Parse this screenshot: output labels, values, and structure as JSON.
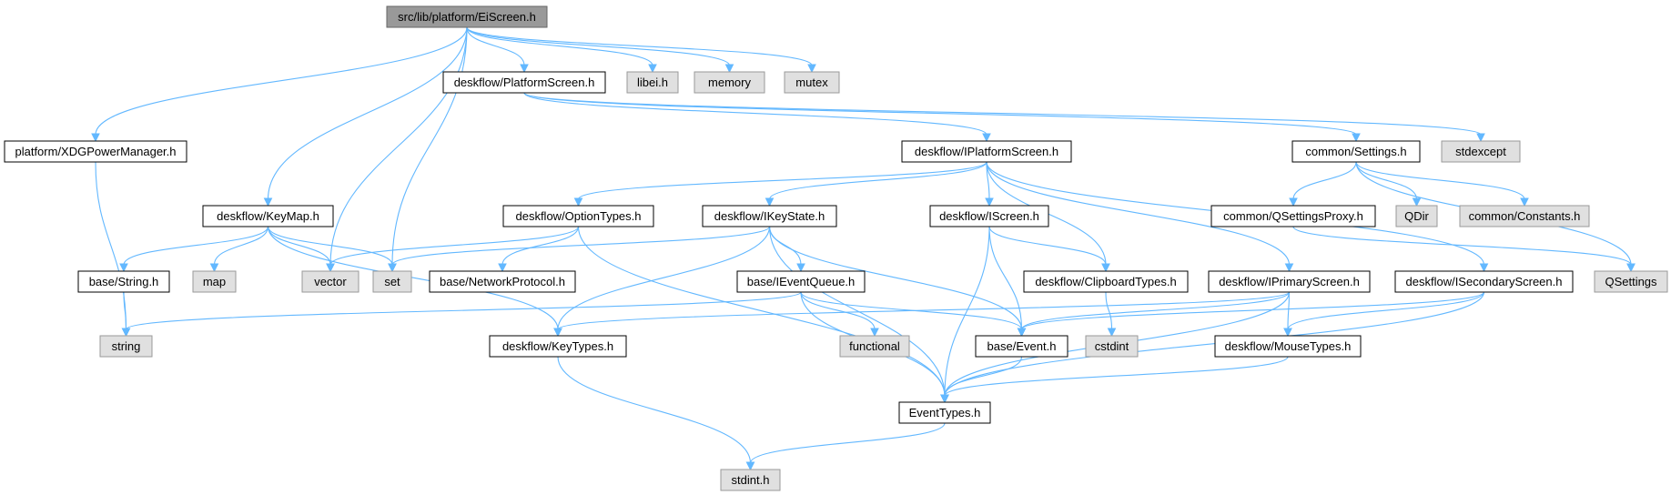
{
  "colors": {
    "edge": "#63b8ff",
    "root_fill": "#999999",
    "root_border": "#666666",
    "local_fill": "#ffffff",
    "local_border": "#000000",
    "system_fill": "#e0e0e0",
    "system_border": "#999999"
  },
  "nodes": [
    {
      "id": "eiscreen",
      "label": "src/lib/platform/EiScreen.h",
      "kind": "root"
    },
    {
      "id": "platformscreen",
      "label": "deskflow/PlatformScreen.h",
      "kind": "local"
    },
    {
      "id": "libei",
      "label": "libei.h",
      "kind": "system"
    },
    {
      "id": "memory",
      "label": "memory",
      "kind": "system"
    },
    {
      "id": "mutex",
      "label": "mutex",
      "kind": "system"
    },
    {
      "id": "xdg",
      "label": "platform/XDGPowerManager.h",
      "kind": "local"
    },
    {
      "id": "iplatformscreen",
      "label": "deskflow/IPlatformScreen.h",
      "kind": "local"
    },
    {
      "id": "settings",
      "label": "common/Settings.h",
      "kind": "local"
    },
    {
      "id": "stdexcept",
      "label": "stdexcept",
      "kind": "system"
    },
    {
      "id": "keymap",
      "label": "deskflow/KeyMap.h",
      "kind": "local"
    },
    {
      "id": "optiontypes",
      "label": "deskflow/OptionTypes.h",
      "kind": "local"
    },
    {
      "id": "ikeystate",
      "label": "deskflow/IKeyState.h",
      "kind": "local"
    },
    {
      "id": "iscreen",
      "label": "deskflow/IScreen.h",
      "kind": "local"
    },
    {
      "id": "qsettingsproxy",
      "label": "common/QSettingsProxy.h",
      "kind": "local"
    },
    {
      "id": "qdir",
      "label": "QDir",
      "kind": "system"
    },
    {
      "id": "constants",
      "label": "common/Constants.h",
      "kind": "system"
    },
    {
      "id": "basestring",
      "label": "base/String.h",
      "kind": "local"
    },
    {
      "id": "map",
      "label": "map",
      "kind": "system"
    },
    {
      "id": "vector",
      "label": "vector",
      "kind": "system"
    },
    {
      "id": "set",
      "label": "set",
      "kind": "system"
    },
    {
      "id": "netproto",
      "label": "base/NetworkProtocol.h",
      "kind": "local"
    },
    {
      "id": "ieventqueue",
      "label": "base/IEventQueue.h",
      "kind": "local"
    },
    {
      "id": "clipboardtypes",
      "label": "deskflow/ClipboardTypes.h",
      "kind": "local"
    },
    {
      "id": "iprimary",
      "label": "deskflow/IPrimaryScreen.h",
      "kind": "local"
    },
    {
      "id": "isecondary",
      "label": "deskflow/ISecondaryScreen.h",
      "kind": "local"
    },
    {
      "id": "qsettings",
      "label": "QSettings",
      "kind": "system"
    },
    {
      "id": "string",
      "label": "string",
      "kind": "system"
    },
    {
      "id": "keytypes",
      "label": "deskflow/KeyTypes.h",
      "kind": "local"
    },
    {
      "id": "functional",
      "label": "functional",
      "kind": "system"
    },
    {
      "id": "event",
      "label": "base/Event.h",
      "kind": "local"
    },
    {
      "id": "cstdint",
      "label": "cstdint",
      "kind": "system"
    },
    {
      "id": "mousetypes",
      "label": "deskflow/MouseTypes.h",
      "kind": "local"
    },
    {
      "id": "eventtypes",
      "label": "EventTypes.h",
      "kind": "local"
    },
    {
      "id": "stdinth",
      "label": "stdint.h",
      "kind": "system"
    }
  ],
  "edges": [
    [
      "eiscreen",
      "platformscreen"
    ],
    [
      "eiscreen",
      "libei"
    ],
    [
      "eiscreen",
      "memory"
    ],
    [
      "eiscreen",
      "mutex"
    ],
    [
      "eiscreen",
      "xdg"
    ],
    [
      "eiscreen",
      "keymap"
    ],
    [
      "eiscreen",
      "vector"
    ],
    [
      "eiscreen",
      "set"
    ],
    [
      "platformscreen",
      "iplatformscreen"
    ],
    [
      "platformscreen",
      "settings"
    ],
    [
      "platformscreen",
      "stdexcept"
    ],
    [
      "xdg",
      "string"
    ],
    [
      "iplatformscreen",
      "optiontypes"
    ],
    [
      "iplatformscreen",
      "ikeystate"
    ],
    [
      "iplatformscreen",
      "iscreen"
    ],
    [
      "iplatformscreen",
      "clipboardtypes"
    ],
    [
      "iplatformscreen",
      "iprimary"
    ],
    [
      "iplatformscreen",
      "isecondary"
    ],
    [
      "settings",
      "qsettingsproxy"
    ],
    [
      "settings",
      "qdir"
    ],
    [
      "settings",
      "constants"
    ],
    [
      "settings",
      "qsettings"
    ],
    [
      "qsettingsproxy",
      "qsettings"
    ],
    [
      "keymap",
      "basestring"
    ],
    [
      "keymap",
      "map"
    ],
    [
      "keymap",
      "vector"
    ],
    [
      "keymap",
      "set"
    ],
    [
      "keymap",
      "keytypes"
    ],
    [
      "basestring",
      "string"
    ],
    [
      "optiontypes",
      "vector"
    ],
    [
      "optiontypes",
      "netproto"
    ],
    [
      "optiontypes",
      "eventtypes"
    ],
    [
      "ikeystate",
      "set"
    ],
    [
      "ikeystate",
      "ieventqueue"
    ],
    [
      "ikeystate",
      "keytypes"
    ],
    [
      "ikeystate",
      "event"
    ],
    [
      "ikeystate",
      "eventtypes"
    ],
    [
      "iscreen",
      "clipboardtypes"
    ],
    [
      "iscreen",
      "event"
    ],
    [
      "iscreen",
      "eventtypes"
    ],
    [
      "ieventqueue",
      "string"
    ],
    [
      "ieventqueue",
      "functional"
    ],
    [
      "ieventqueue",
      "event"
    ],
    [
      "ieventqueue",
      "eventtypes"
    ],
    [
      "clipboardtypes",
      "cstdint"
    ],
    [
      "iprimary",
      "keytypes"
    ],
    [
      "iprimary",
      "event"
    ],
    [
      "iprimary",
      "mousetypes"
    ],
    [
      "iprimary",
      "eventtypes"
    ],
    [
      "isecondary",
      "event"
    ],
    [
      "isecondary",
      "mousetypes"
    ],
    [
      "isecondary",
      "eventtypes"
    ],
    [
      "event",
      "eventtypes"
    ],
    [
      "mousetypes",
      "eventtypes"
    ],
    [
      "keytypes",
      "stdinth"
    ],
    [
      "eventtypes",
      "stdinth"
    ]
  ]
}
